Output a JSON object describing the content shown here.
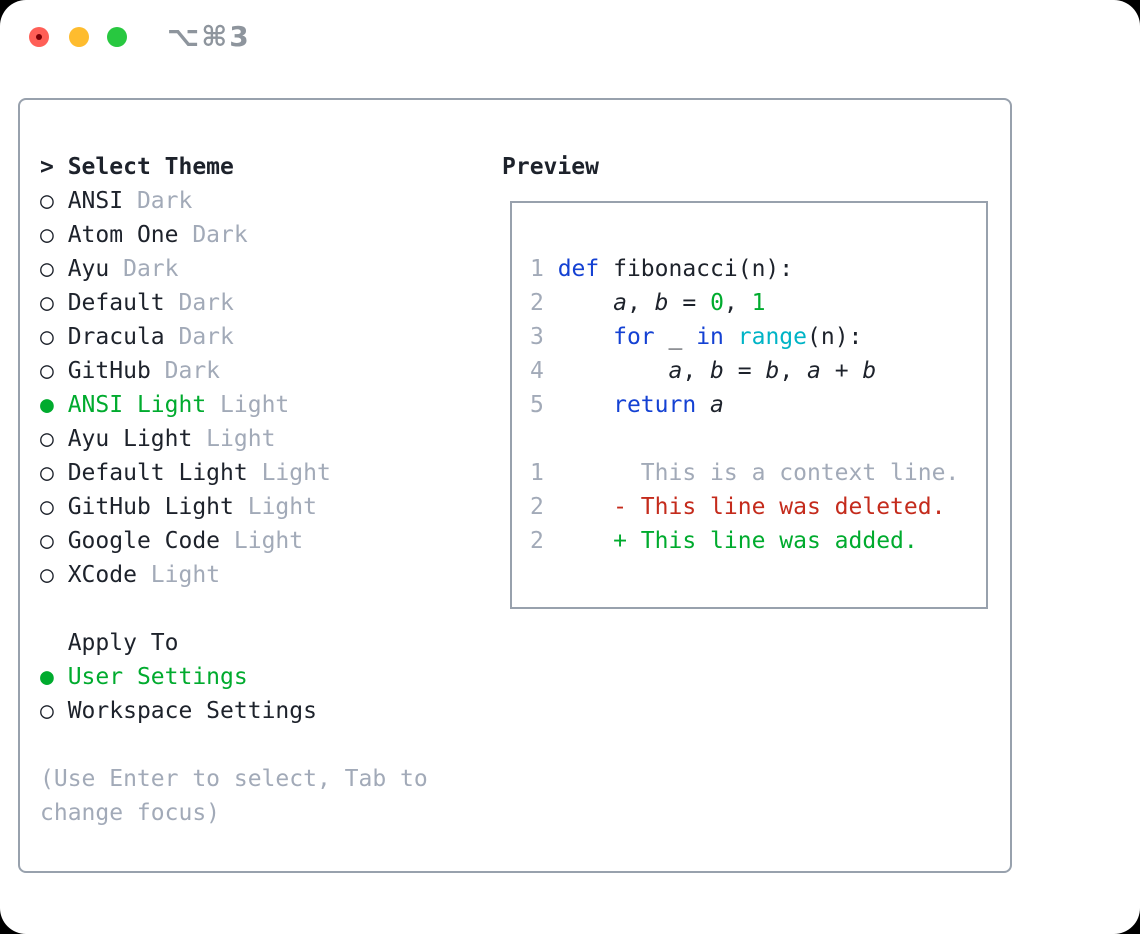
{
  "window": {
    "title": "⌥⌘3",
    "traffic_lights": [
      "close-button",
      "minimize-button",
      "zoom-button"
    ]
  },
  "colors": {
    "dark": "#1d222b",
    "gray": "#a2aab8",
    "green": "#00ab2e",
    "blue": "#1441d3",
    "cyan": "#00b4c6",
    "red": "#c42b1c",
    "border": "#98a1ad",
    "title": "#8e959d",
    "light_red": "#ff5f57",
    "light_yellow": "#febc2e",
    "light_green": "#28c840"
  },
  "markers": {
    "focused": ">",
    "selected": "●",
    "unselected": "○"
  },
  "theme_panel": {
    "header": "Select Theme",
    "themes": [
      {
        "name": "ANSI",
        "variant": "Dark",
        "selected": false
      },
      {
        "name": "Atom One",
        "variant": "Dark",
        "selected": false
      },
      {
        "name": "Ayu",
        "variant": "Dark",
        "selected": false
      },
      {
        "name": "Default",
        "variant": "Dark",
        "selected": false
      },
      {
        "name": "Dracula",
        "variant": "Dark",
        "selected": false
      },
      {
        "name": "GitHub",
        "variant": "Dark",
        "selected": false
      },
      {
        "name": "ANSI Light",
        "variant": "Light",
        "selected": true
      },
      {
        "name": "Ayu Light",
        "variant": "Light",
        "selected": false
      },
      {
        "name": "Default Light",
        "variant": "Light",
        "selected": false
      },
      {
        "name": "GitHub Light",
        "variant": "Light",
        "selected": false
      },
      {
        "name": "Google Code",
        "variant": "Light",
        "selected": false
      },
      {
        "name": "XCode",
        "variant": "Light",
        "selected": false
      }
    ],
    "apply_to": {
      "label": "Apply To",
      "options": [
        {
          "name": "User Settings",
          "selected": true
        },
        {
          "name": "Workspace Settings",
          "selected": false
        }
      ]
    },
    "hint_lines": [
      "(Use Enter to select, Tab to",
      "change focus)"
    ]
  },
  "preview": {
    "label": "Preview",
    "code_lines": [
      {
        "num": "1",
        "tokens": [
          [
            "kw",
            "def"
          ],
          [
            "plain",
            " fibonacci(n):"
          ]
        ]
      },
      {
        "num": "2",
        "tokens": [
          [
            "plain",
            "    "
          ],
          [
            "var",
            "a"
          ],
          [
            "plain",
            ", "
          ],
          [
            "var",
            "b"
          ],
          [
            "plain",
            " = "
          ],
          [
            "lit",
            "0"
          ],
          [
            "plain",
            ", "
          ],
          [
            "lit",
            "1"
          ]
        ]
      },
      {
        "num": "3",
        "tokens": [
          [
            "plain",
            "    "
          ],
          [
            "kw",
            "for"
          ],
          [
            "plain",
            " _ "
          ],
          [
            "kw",
            "in"
          ],
          [
            "plain",
            " "
          ],
          [
            "fn",
            "range"
          ],
          [
            "plain",
            "(n):"
          ]
        ]
      },
      {
        "num": "4",
        "tokens": [
          [
            "plain",
            "        "
          ],
          [
            "var",
            "a"
          ],
          [
            "plain",
            ", "
          ],
          [
            "var",
            "b"
          ],
          [
            "plain",
            " = "
          ],
          [
            "var",
            "b"
          ],
          [
            "plain",
            ", "
          ],
          [
            "var",
            "a"
          ],
          [
            "plain",
            " + "
          ],
          [
            "var",
            "b"
          ]
        ]
      },
      {
        "num": "5",
        "tokens": [
          [
            "plain",
            "    "
          ],
          [
            "kw",
            "return"
          ],
          [
            "plain",
            " "
          ],
          [
            "var",
            "a"
          ]
        ]
      },
      {
        "num": " ",
        "tokens": []
      },
      {
        "num": "1",
        "tokens": [
          [
            "ctx",
            "      This is a context line."
          ]
        ]
      },
      {
        "num": "2",
        "tokens": [
          [
            "plain",
            "    "
          ],
          [
            "del",
            "- This line was deleted."
          ]
        ]
      },
      {
        "num": "2",
        "tokens": [
          [
            "plain",
            "    "
          ],
          [
            "add",
            "+ This line was added."
          ]
        ]
      }
    ]
  }
}
